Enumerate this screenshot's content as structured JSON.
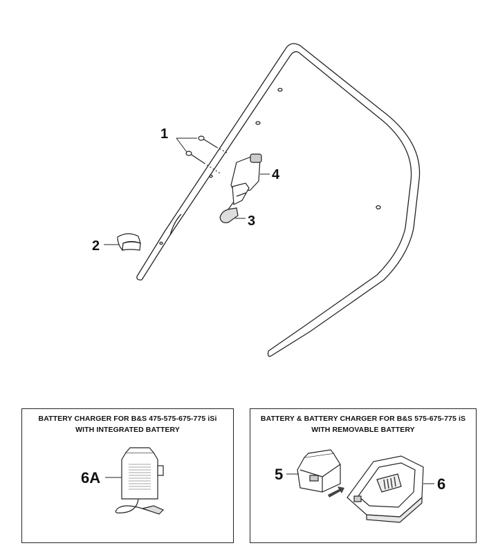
{
  "parts": {
    "callouts": {
      "p1": "1",
      "p2": "2",
      "p3": "3",
      "p4": "4",
      "p5": "5",
      "p6": "6",
      "p6a": "6A"
    }
  },
  "box_left": {
    "title_line1": "BATTERY CHARGER FOR B&S 475-575-675-775 iSi",
    "title_line2": "WITH INTEGRATED BATTERY"
  },
  "box_right": {
    "title_line1": "BATTERY & BATTERY CHARGER FOR B&S 575-675-775 iS",
    "title_line2": "WITH REMOVABLE BATTERY"
  }
}
